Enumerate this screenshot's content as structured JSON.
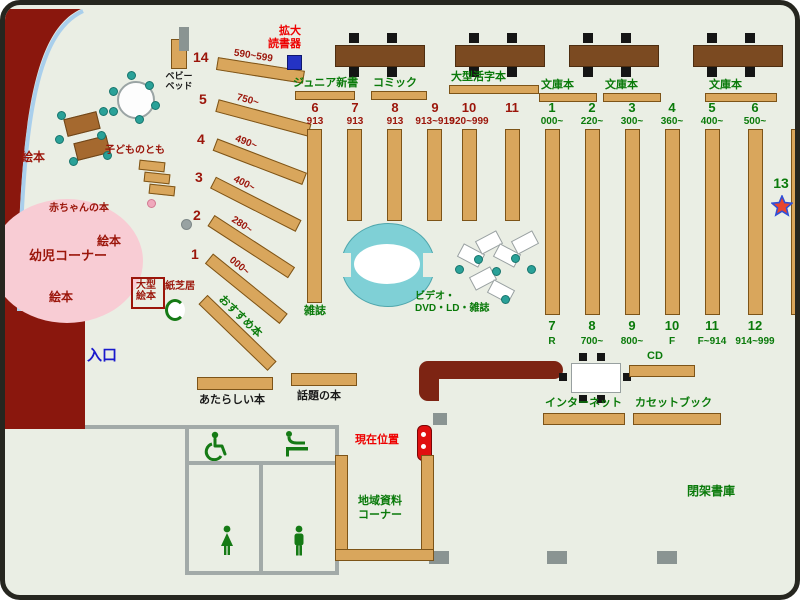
{
  "top": {
    "device_line1": "拡大",
    "device_line2": "読書器",
    "junior": "ジュニア新書",
    "comic": "コミック",
    "large_print": "大型活字本",
    "bunko_1": "文庫本",
    "bunko_2": "文庫本",
    "bunko_3": "文庫本"
  },
  "left_group": {
    "numbers": [
      "6",
      "7",
      "8",
      "9",
      "10",
      "11"
    ],
    "ranges": [
      "913",
      "913",
      "913",
      "913~919",
      "920~999"
    ]
  },
  "right_group": {
    "numbers": [
      "1",
      "2",
      "3",
      "4",
      "5",
      "6"
    ],
    "ranges": [
      "000~",
      "220~",
      "300~",
      "360~",
      "400~",
      "500~"
    ]
  },
  "bottom_group": {
    "numbers": [
      "7",
      "8",
      "9",
      "10",
      "11",
      "12"
    ],
    "ranges": [
      "R",
      "700~",
      "800~",
      "F",
      "F~914",
      "914~999"
    ]
  },
  "shelf_13": "13",
  "diagonal_shelves": [
    {
      "no": "14",
      "range": "590~599"
    },
    {
      "no": "5",
      "range": "750~"
    },
    {
      "no": "4",
      "range": "490~"
    },
    {
      "no": "3",
      "range": "400~"
    },
    {
      "no": "2",
      "range": "280~"
    },
    {
      "no": "1",
      "range": "000~"
    }
  ],
  "children_area": {
    "ehon_1": "絵本",
    "ehon_2": "絵本",
    "ehon_3": "絵本",
    "baby_books": "赤ちゃんの本",
    "infant_corner": "幼児コーナー",
    "kodomono_tomo": "子どものとも",
    "baby_bed_line1": "ベビー",
    "baby_bed_line2": "ベッド",
    "large_ehon_line1": "大型",
    "large_ehon_line2": "絵本",
    "kamishibai": "紙芝居"
  },
  "labels": {
    "osusume": "おすすめ本",
    "zasshi": "雑誌",
    "video_line1": "ビデオ・",
    "video_line2": "DVD・LD・雑誌",
    "entrance": "入口",
    "new_books": "あたらしい本",
    "topic_books": "話題の本",
    "current_location": "現在位置",
    "cd": "CD",
    "internet": "インターネット",
    "cassette_book": "カセットブック",
    "local_line1": "地域資料",
    "local_line2": "コーナー",
    "closed_stacks": "閉架書庫"
  }
}
